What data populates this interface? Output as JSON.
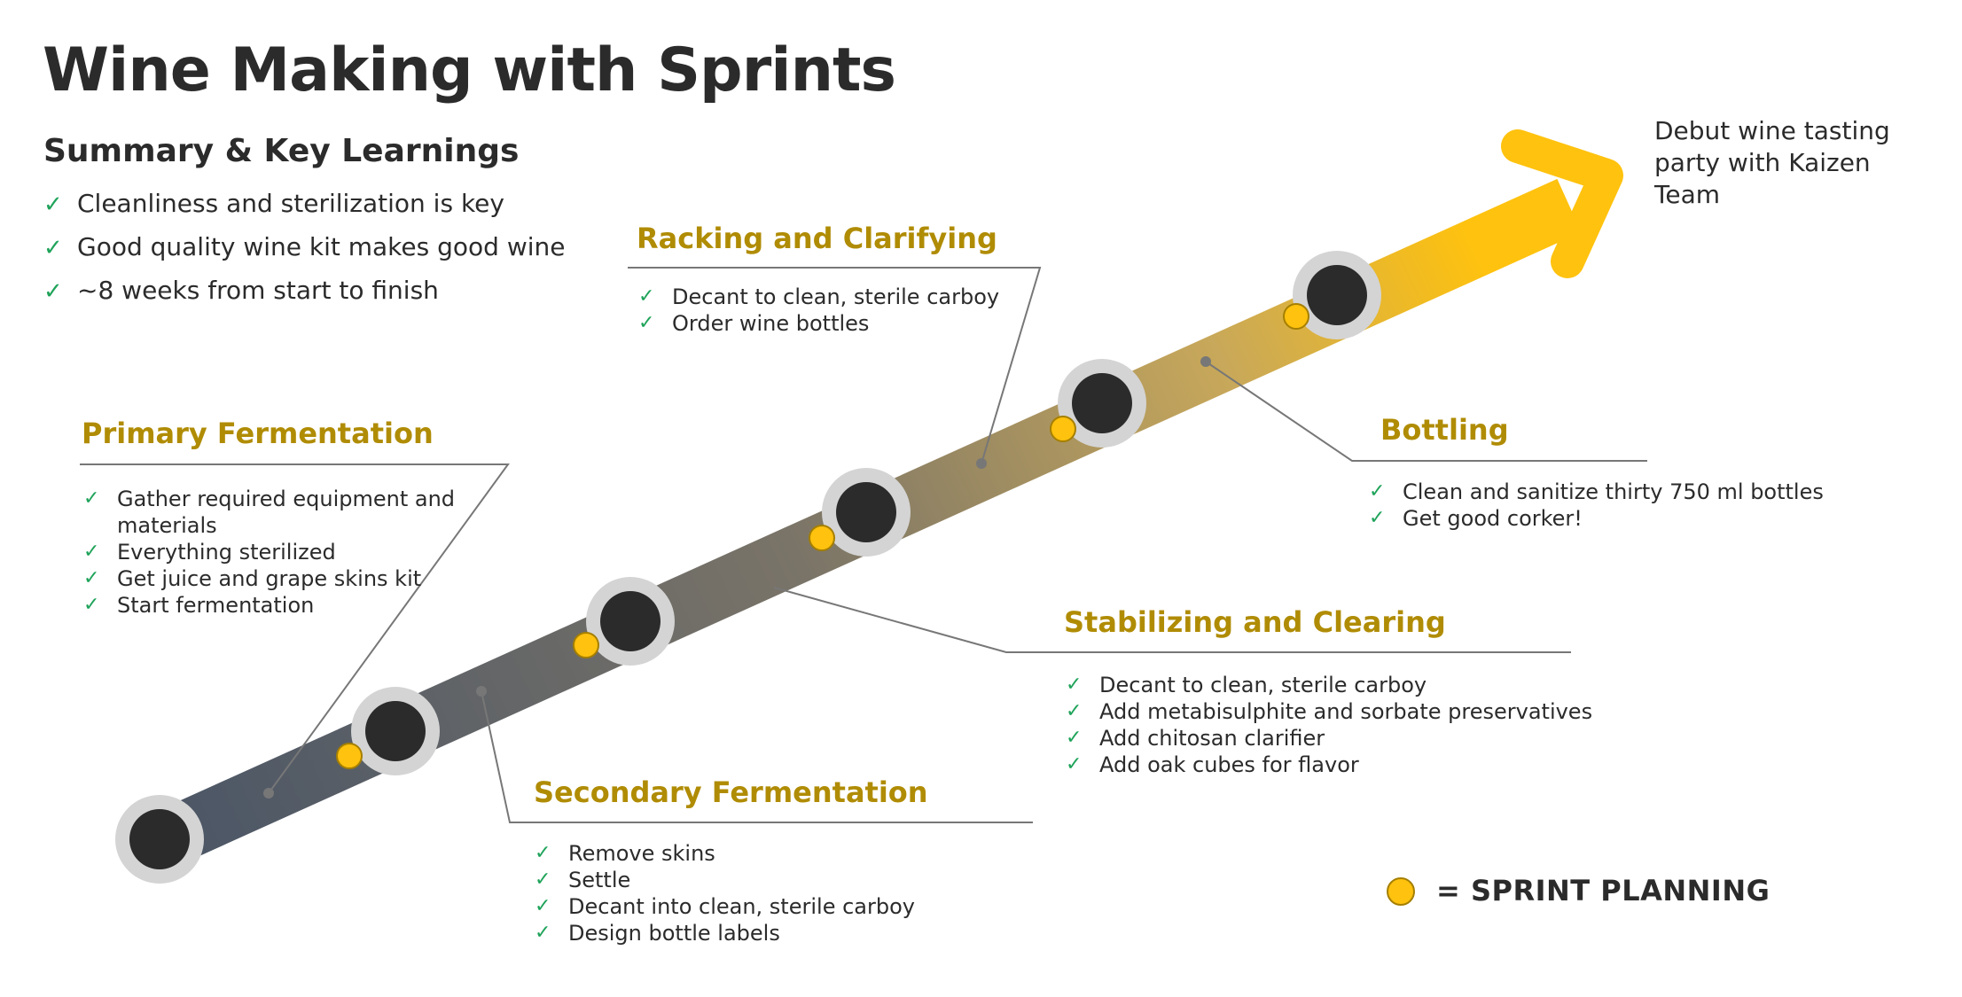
{
  "title": "Wine Making with Sprints",
  "summary": {
    "heading": "Summary & Key Learnings",
    "items": [
      "Cleanliness and sterilization is key",
      "Good quality wine kit makes good wine",
      "~8 weeks from start to finish"
    ]
  },
  "stages": [
    {
      "title": "Primary Fermentation",
      "items": [
        "Gather required equipment and materials",
        "Everything sterilized",
        "Get juice and grape skins kit",
        "Start fermentation"
      ]
    },
    {
      "title": "Secondary Fermentation",
      "items": [
        "Remove skins",
        "Settle",
        "Decant into clean, sterile carboy",
        "Design bottle labels"
      ]
    },
    {
      "title": "Racking and Clarifying",
      "items": [
        "Decant to clean, sterile carboy",
        "Order wine bottles"
      ]
    },
    {
      "title": "Stabilizing and Clearing",
      "items": [
        "Decant to clean, sterile carboy",
        "Add metabisulphite and sorbate preservatives",
        "Add chitosan clarifier",
        "Add oak cubes for flavor"
      ]
    },
    {
      "title": "Bottling",
      "items": [
        "Clean and sanitize thirty 750 ml bottles",
        "Get good corker!"
      ]
    }
  ],
  "goal": "Debut wine tasting party with Kaizen Team",
  "legend": {
    "label": "=  SPRINT PLANNING"
  },
  "colors": {
    "accent_title": "#b08c05",
    "check": "#1fa35a",
    "sprint_dot": "#ffc20e",
    "milestone": "#2b2b2b",
    "arrow_start": "#4a5566",
    "arrow_end": "#ffc20e"
  },
  "icons": {
    "check": "✓"
  }
}
